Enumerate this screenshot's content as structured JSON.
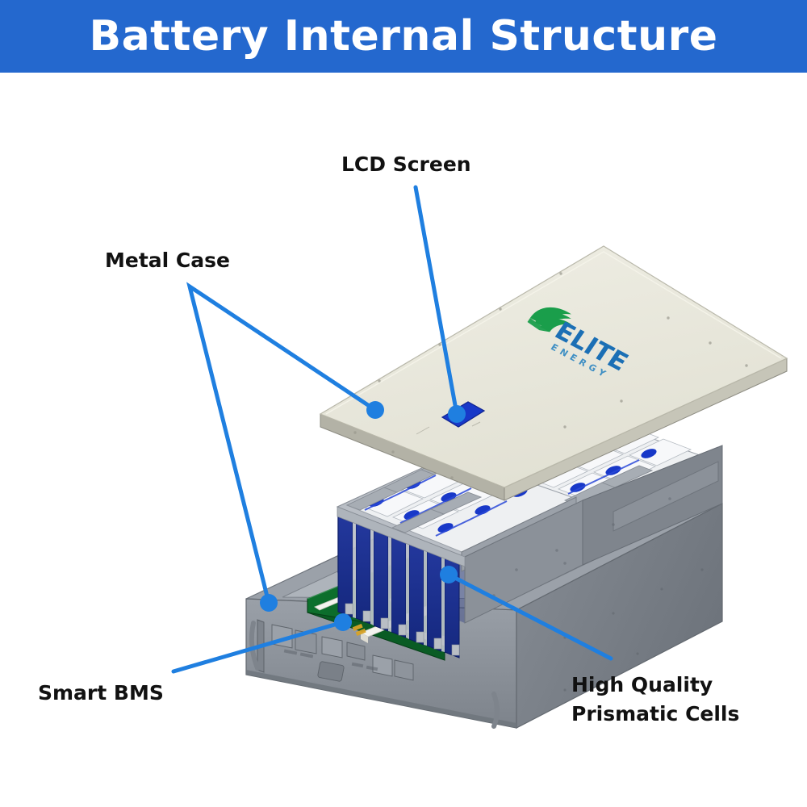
{
  "banner": {
    "title": "Battery Internal Structure",
    "background_color": "#2468ce",
    "text_color": "#ffffff"
  },
  "callouts": [
    {
      "id": "lcd-screen",
      "label": "LCD Screen",
      "color": "#111111"
    },
    {
      "id": "metal-case",
      "label": "Metal Case",
      "color": "#111111"
    },
    {
      "id": "smart-bms",
      "label": "Smart BMS",
      "color": "#111111"
    },
    {
      "id": "prismatic-cells",
      "line1": "High Quality",
      "line2": "Prismatic Cells",
      "color": "#111111"
    }
  ],
  "leader_lines": {
    "color": "#1f7fe0",
    "width": 5,
    "dot_radius": 11
  },
  "product": {
    "brand_name": "ELITE",
    "brand_subtitle": "ENERGY",
    "brand_text_color": "#1b6fb5",
    "brand_mark_color": "#1a9e4b",
    "lid_color": "#e8e7dc",
    "case_color": "#8d939b",
    "cell_body_color": "#1b37a8",
    "cell_top_color": "#f2f3f5",
    "terminal_color": "#1838c8",
    "pcb_color": "#0c6b2a",
    "busbar_color": "#a7adb4",
    "lcd_screen_color": "#1838c8"
  },
  "figure": {
    "type": "exploded-assembly-diagram",
    "subject": "Lithium battery module internal structure",
    "parts": [
      "Metal Case (top lid)",
      "LCD Screen",
      "Metal Case (lower housing)",
      "Smart BMS",
      "High Quality Prismatic Cells"
    ]
  }
}
